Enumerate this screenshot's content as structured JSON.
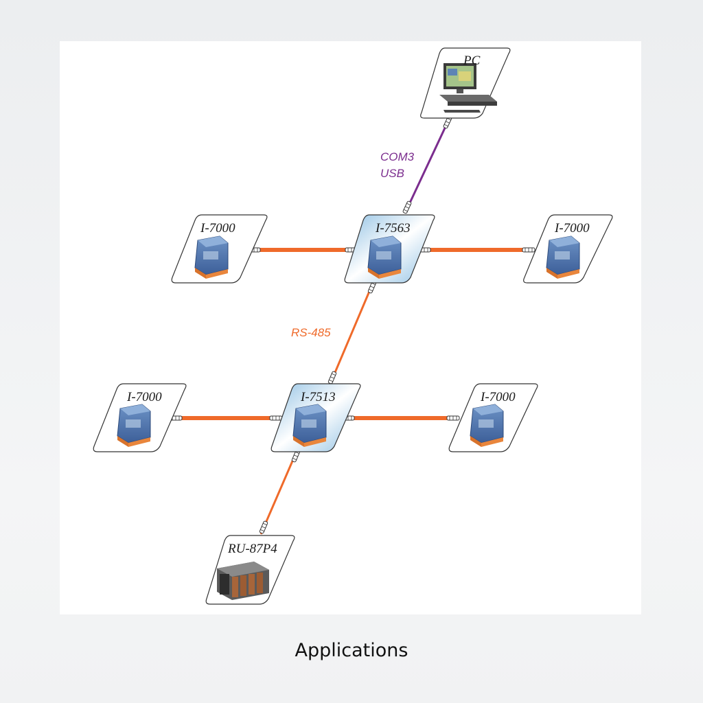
{
  "nodes": {
    "pc": "PC",
    "i7563": "I-7563",
    "i7513": "I-7513",
    "i7000_tl": "I-7000",
    "i7000_tr": "I-7000",
    "i7000_ml": "I-7000",
    "i7000_mr": "I-7000",
    "ru87p4": "RU-87P4"
  },
  "links": {
    "usb_line1": "COM3",
    "usb_line2": "USB",
    "rs485": "RS-485"
  },
  "colors": {
    "usb": "#7b2d8e",
    "rs485": "#ef6a2a",
    "highlight": "#a9cfe9"
  },
  "caption": "Applications"
}
